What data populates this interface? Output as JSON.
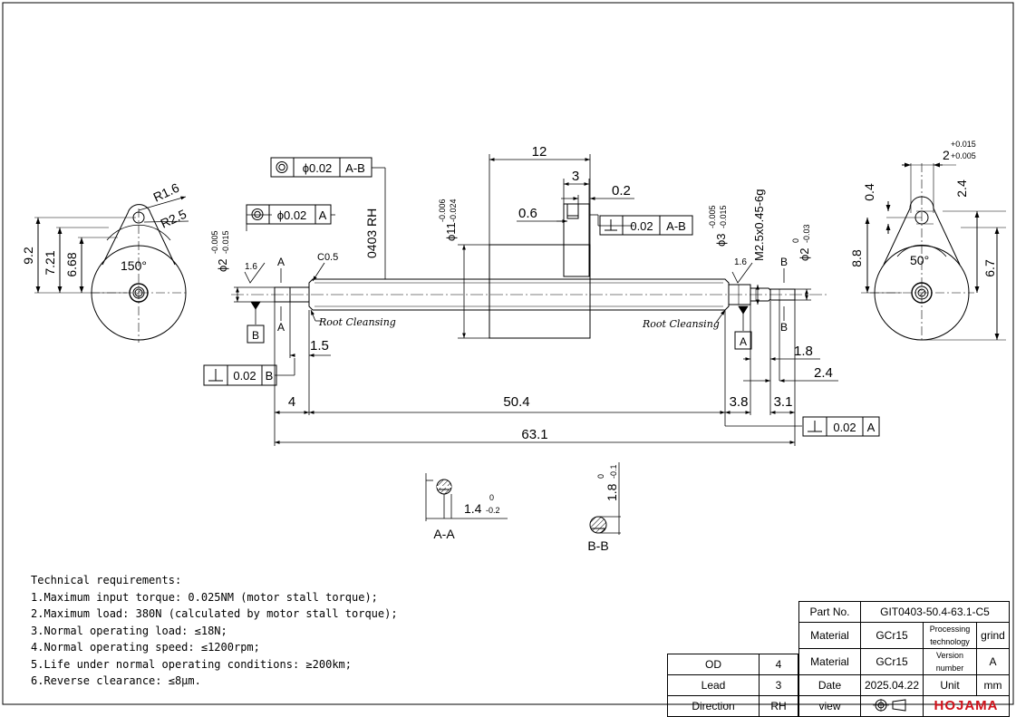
{
  "drawing": {
    "dims": {
      "overall": "63.1",
      "thread_len": "50.4",
      "left_step": "4",
      "right_step1": "3.8",
      "right_step2": "3.1",
      "nut_len": "12",
      "nut_flange": "3",
      "gap_02": "0.2",
      "gap_06": "0.6",
      "dim_15": "1.5",
      "dim_18": "1.8",
      "dim_24": "2.4",
      "thread_label": "0403 RH",
      "chamfer": "C0.5",
      "roughness": "1.6",
      "roughness_right": "1.6",
      "left_dia": "ϕ2",
      "left_dia_tol_u": "-0.005",
      "left_dia_tol_l": "-0.015",
      "mid_dia": "ϕ11",
      "mid_dia_tol_u": "-0.006",
      "mid_dia_tol_l": "-0.024",
      "right_dia3": "ϕ3",
      "right_dia3_tol_u": "-0.005",
      "right_dia3_tol_l": "-0.015",
      "right_thread": "M2.5x0.45-6g",
      "right_dia2": "ϕ2",
      "right_dia2_tol_u": "0",
      "right_dia2_tol_l": "-0.03",
      "root_cleansing": "Root Cleansing",
      "root_cleansing_right": "Root Cleansing"
    },
    "left_view": {
      "r16": "R1.6",
      "r25": "R2.5",
      "angle": "150°",
      "d92": "9.2",
      "d721": "7.21",
      "d668": "6.68"
    },
    "right_view": {
      "d04": "0.4",
      "d24": "2.4",
      "d88": "8.8",
      "d67": "6.7",
      "angle": "50°",
      "top": "2",
      "top_tol_u": "+0.015",
      "top_tol_l": "+0.005"
    },
    "gdt": {
      "f1": {
        "value": "ϕ0.02",
        "datum": "A-B"
      },
      "f2": {
        "value": "ϕ0.02",
        "datum": "A"
      },
      "f3": {
        "value": "0.02",
        "datum": "A-B"
      },
      "f4": {
        "value": "0.02",
        "datum": "B"
      },
      "f5": {
        "value": "0.02",
        "datum": "A"
      }
    },
    "datums": {
      "a": "A",
      "b": "B",
      "a_lead": "A",
      "b_lead": "B",
      "a_lead2": "A",
      "b_lead2": "B"
    },
    "sections": {
      "aa": {
        "label": "A-A",
        "dim": "1.4",
        "tol_u": "0",
        "tol_l": "-0.2"
      },
      "bb": {
        "label": "B-B",
        "dim": "1.8",
        "tol_u": "0",
        "tol_l": "-0.1"
      }
    }
  },
  "requirements": {
    "title": "Technical requirements:",
    "items": [
      "1.Maximum input torque: 0.025NM (motor stall torque);",
      "2.Maximum load: 380N (calculated by motor stall torque);",
      "3.Normal operating load: ≤18N;",
      "4.Normal operating speed: ≤1200rpm;",
      "5.Life under normal operating conditions: ≥200km;",
      "6.Reverse clearance: ≤8μm."
    ]
  },
  "spec_table": {
    "rows": [
      {
        "label": "OD",
        "value": "4"
      },
      {
        "label": "Lead",
        "value": "3"
      },
      {
        "label": "Direction",
        "value": "RH"
      }
    ]
  },
  "title_block": {
    "part_no_label": "Part No.",
    "part_no": "GIT0403-50.4-63.1-C5",
    "material_label": "Material",
    "material": "GCr15",
    "processing_label": "Processing technology",
    "processing": "grind",
    "material_label2": "Material",
    "material2": "GCr15",
    "version_label": "Version number",
    "version": "A",
    "date_label": "Date",
    "date": "2025.04.22",
    "unit_label": "Unit",
    "unit": "mm",
    "view_label": "view",
    "logo": "HOJAMA"
  }
}
